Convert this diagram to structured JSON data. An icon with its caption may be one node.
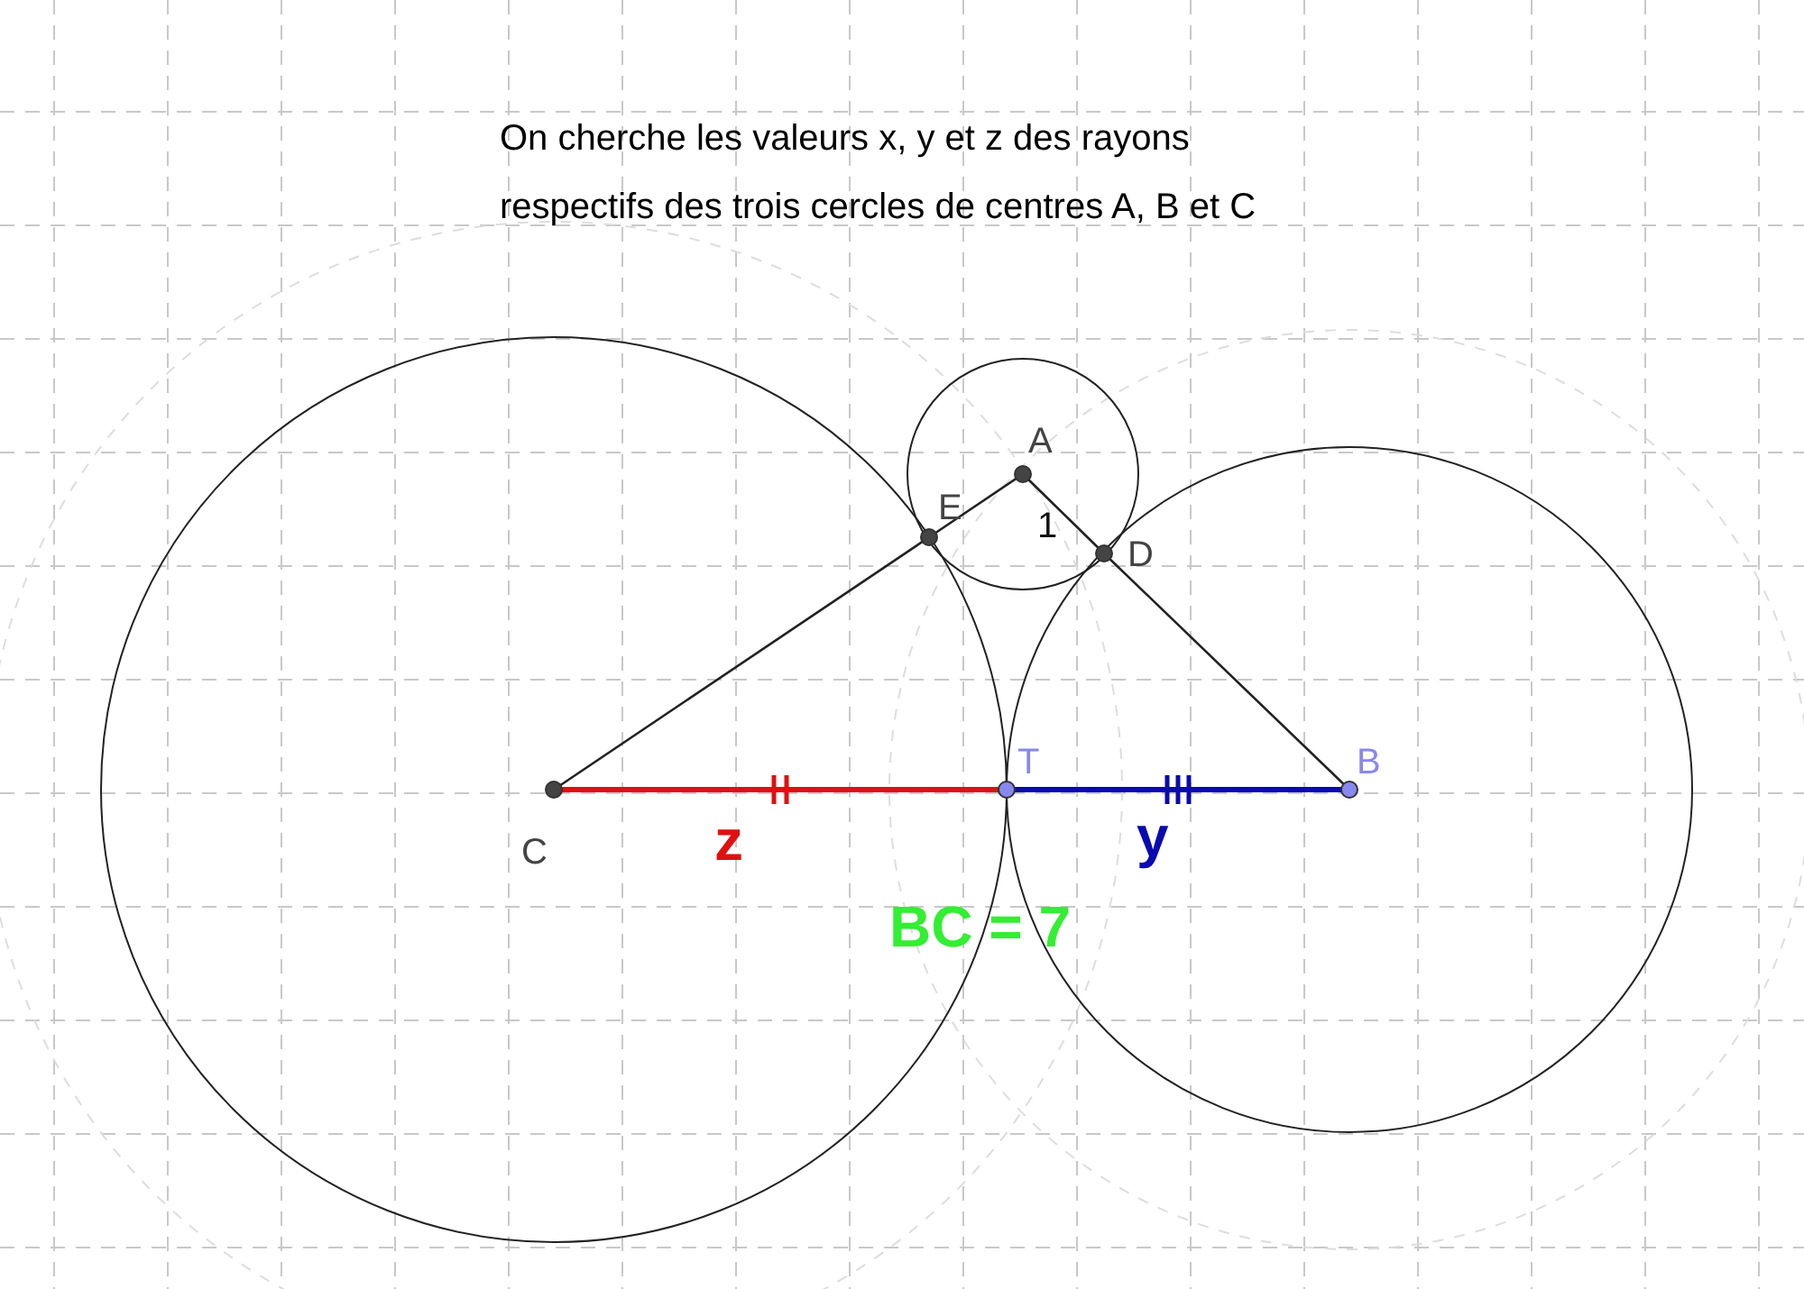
{
  "diagram": {
    "labels": [
      "On cherche les valeurs x, y et z des rayons respectifs des trois cercles de centres A, B et C",
      "A",
      "E",
      "1",
      "D",
      "T",
      "B",
      "C",
      "z",
      "y",
      "BC = 7"
    ]
  }
}
